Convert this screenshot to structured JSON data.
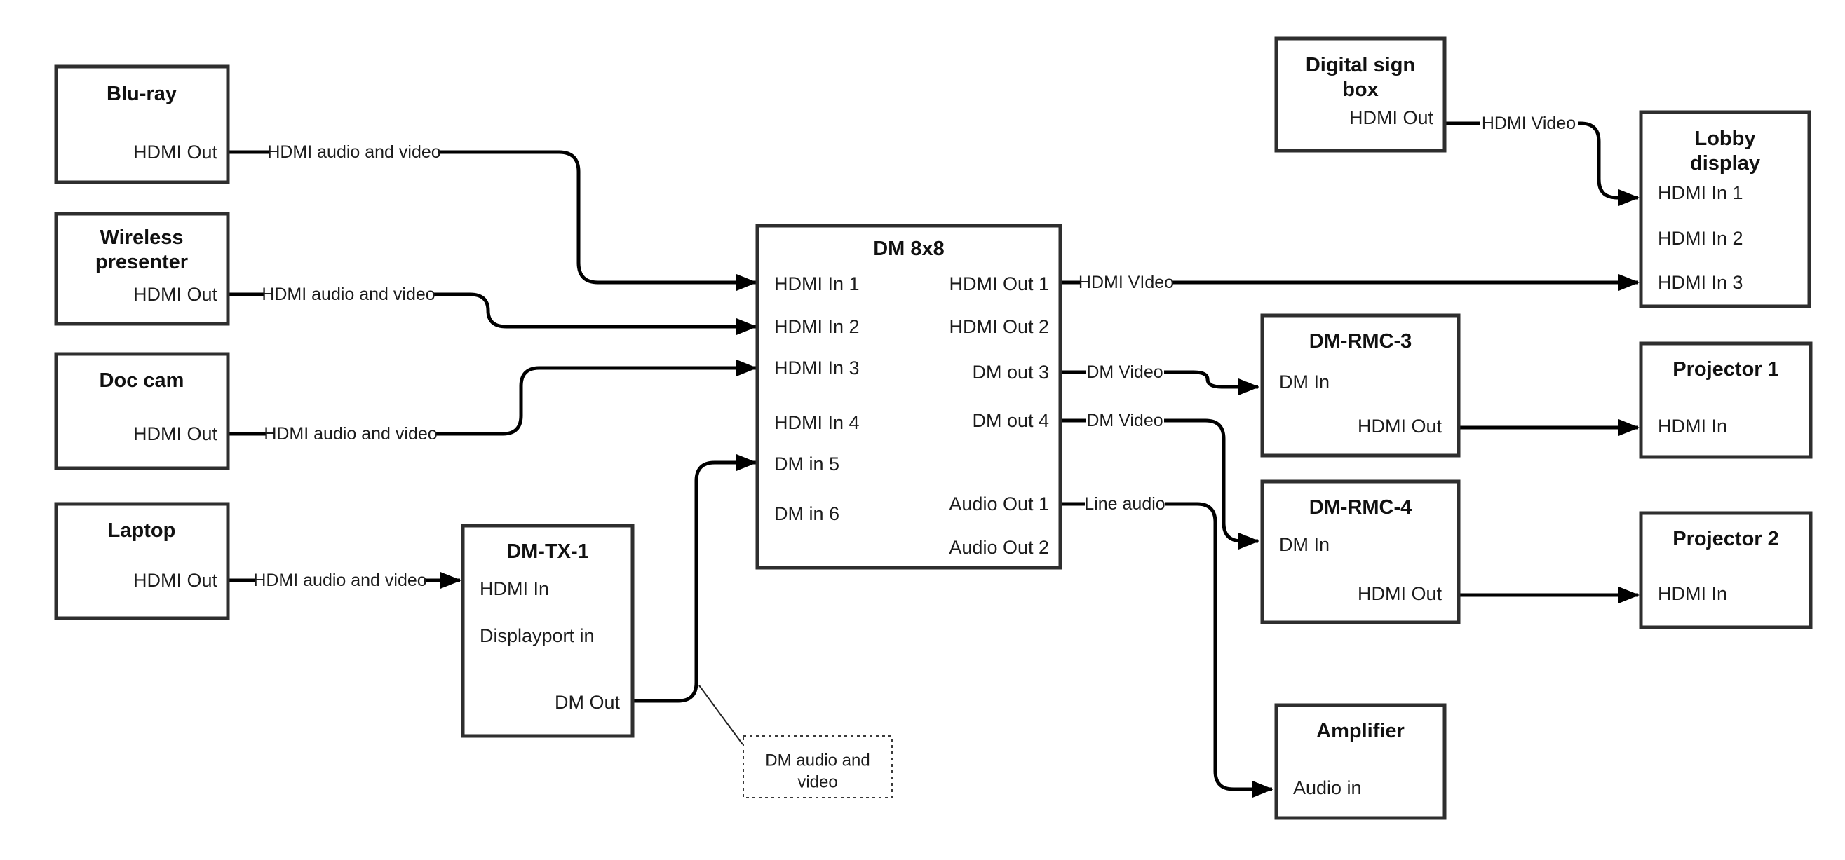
{
  "colors": {
    "background": "#ffffff",
    "wire": "#000000",
    "box_border": "#2e2e2e",
    "text": "#1c1c1c"
  },
  "nodes": {
    "blu_ray": {
      "title": "Blu-ray",
      "ports": {
        "hdmi_out": "HDMI Out"
      }
    },
    "wireless_presenter": {
      "title_lines": [
        "Wireless",
        "presenter"
      ],
      "ports": {
        "hdmi_out": "HDMI Out"
      }
    },
    "doc_cam": {
      "title": "Doc cam",
      "ports": {
        "hdmi_out": "HDMI Out"
      }
    },
    "laptop": {
      "title": "Laptop",
      "ports": {
        "hdmi_out": "HDMI Out"
      }
    },
    "dm_tx_1": {
      "title": "DM-TX-1",
      "ports": {
        "hdmi_in": "HDMI In",
        "displayport_in": "Displayport in",
        "dm_out": "DM Out"
      }
    },
    "dm_8x8": {
      "title": "DM 8x8",
      "ports": {
        "hdmi_in_1": "HDMI In 1",
        "hdmi_in_2": "HDMI In 2",
        "hdmi_in_3": "HDMI In 3",
        "hdmi_in_4": "HDMI In 4",
        "dm_in_5": "DM in 5",
        "dm_in_6": "DM in 6",
        "hdmi_out_1": "HDMI Out 1",
        "hdmi_out_2": "HDMI Out 2",
        "dm_out_3": "DM out 3",
        "dm_out_4": "DM out 4",
        "audio_out_1": "Audio Out 1",
        "audio_out_2": "Audio Out 2"
      }
    },
    "digital_sign_box": {
      "title_lines": [
        "Digital sign",
        "box"
      ],
      "ports": {
        "hdmi_out": "HDMI Out"
      }
    },
    "lobby_display": {
      "title_lines": [
        "Lobby",
        "display"
      ],
      "ports": {
        "hdmi_in_1": "HDMI In 1",
        "hdmi_in_2": "HDMI In 2",
        "hdmi_in_3": "HDMI In 3"
      }
    },
    "dm_rmc_3": {
      "title": "DM-RMC-3",
      "ports": {
        "dm_in": "DM In",
        "hdmi_out": "HDMI Out"
      }
    },
    "dm_rmc_4": {
      "title": "DM-RMC-4",
      "ports": {
        "dm_in": "DM In",
        "hdmi_out": "HDMI Out"
      }
    },
    "projector_1": {
      "title": "Projector 1",
      "ports": {
        "hdmi_in": "HDMI In"
      }
    },
    "projector_2": {
      "title": "Projector 2",
      "ports": {
        "hdmi_in": "HDMI In"
      }
    },
    "amplifier": {
      "title": "Amplifier",
      "ports": {
        "audio_in": "Audio in"
      }
    }
  },
  "edges": [
    {
      "from": "Blu-ray HDMI Out",
      "to": "DM 8x8 HDMI In 1",
      "label": "HDMI audio and video"
    },
    {
      "from": "Wireless presenter HDMI Out",
      "to": "DM 8x8 HDMI In 2",
      "label": "HDMI audio and video"
    },
    {
      "from": "Doc cam HDMI Out",
      "to": "DM 8x8 HDMI In 3",
      "label": "HDMI audio and video"
    },
    {
      "from": "Laptop HDMI Out",
      "to": "DM-TX-1 HDMI In",
      "label": "HDMI audio and video"
    },
    {
      "from": "DM-TX-1 DM Out",
      "to": "DM 8x8 DM in 5",
      "label": ""
    },
    {
      "from": "DM 8x8 HDMI Out 1",
      "to": "Lobby display HDMI In 3",
      "label": "HDMI VIdeo"
    },
    {
      "from": "DM 8x8 DM out 3",
      "to": "DM-RMC-3 DM In",
      "label": "DM Video"
    },
    {
      "from": "DM 8x8 DM out 4",
      "to": "DM-RMC-4 DM In",
      "label": "DM Video"
    },
    {
      "from": "DM 8x8 Audio Out 1",
      "to": "Amplifier Audio in",
      "label": "Line audio"
    },
    {
      "from": "Digital sign box HDMI Out",
      "to": "Lobby display HDMI In 1",
      "label": "HDMI Video"
    },
    {
      "from": "DM-RMC-3 HDMI Out",
      "to": "Projector 1 HDMI In",
      "label": ""
    },
    {
      "from": "DM-RMC-4 HDMI Out",
      "to": "Projector 2 HDMI In",
      "label": ""
    }
  ],
  "annotation": {
    "lines": [
      "DM audio and",
      "video"
    ]
  }
}
